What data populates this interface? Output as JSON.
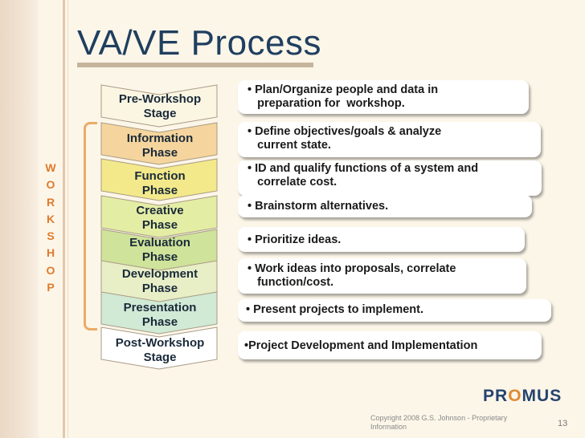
{
  "slide": {
    "title": "VA/VE Process",
    "side_word": [
      "W",
      "O",
      "R",
      "K",
      "S",
      "H",
      "O",
      "P"
    ],
    "footer_copyright": "Copyright 2008 G.S. Johnson - Proprietary Information",
    "page_number": "13",
    "logo": {
      "left": "PR",
      "o": "O",
      "right": "MUS"
    }
  },
  "phases": [
    {
      "label": "Pre-Workshop\nStage",
      "color": "#fbf6e2"
    },
    {
      "label": "Information\nPhase",
      "color": "#f5d59d"
    },
    {
      "label": "Function\nPhase",
      "color": "#f3e98a"
    },
    {
      "label": "Creative\nPhase",
      "color": "#e4eda4"
    },
    {
      "label": "Evaluation\nPhase",
      "color": "#cfe39a"
    },
    {
      "label": "Development\nPhase",
      "color": "#e8eec6"
    },
    {
      "label": "Presentation\nPhase",
      "color": "#d0ead5"
    },
    {
      "label": "Post-Workshop\nStage",
      "color": "#ffffff"
    }
  ],
  "descriptions": [
    "• Plan/Organize people and data in\n   preparation for  workshop.",
    "• Define objectives/goals & analyze\n   current state.",
    "• ID and qualify functions of a system and\n   correlate cost.",
    "• Brainstorm alternatives.",
    "• Prioritize ideas.",
    "• Work ideas into proposals, correlate\n   function/cost.",
    "• Present projects to implement.",
    "•Project Development and Implementation"
  ]
}
